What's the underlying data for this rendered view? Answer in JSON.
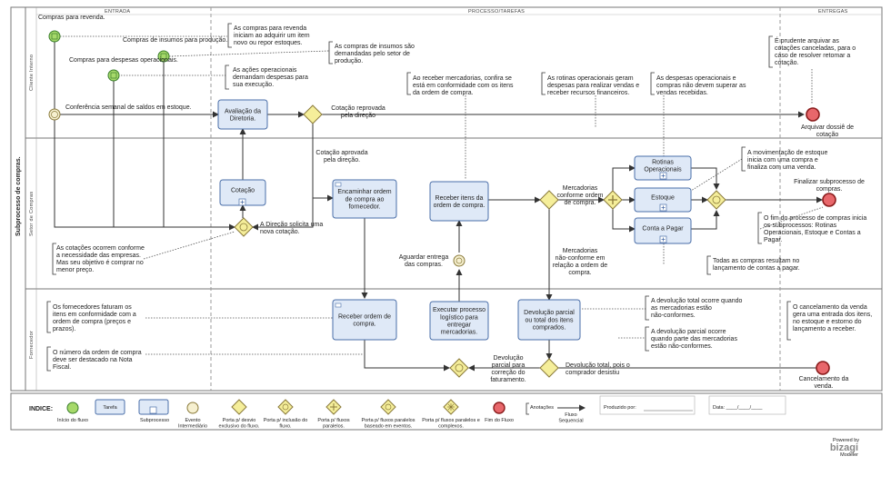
{
  "pool_title": "Subprocesso de compras.",
  "lanes": [
    "Cliente Interno",
    "Setor de Compras",
    "Fornecedor"
  ],
  "phases": [
    "ENTRADA",
    "PROCESSO/TAREFAS",
    "ENTREGAS"
  ],
  "start_events": {
    "revenda": "Compras para revenda.",
    "insumos": "Compras de insumos para produção.",
    "despesas": "Compras para despesas operacionais."
  },
  "intermediate_event": "Conferência semanal de saldos em estoque.",
  "tasks": {
    "avaliacao": "Avaliação da Diretoria.",
    "cotacao": "Cotação",
    "encaminhar": "Encaminhar ordem de compra ao fornecedor.",
    "receber_itens": "Receber itens da ordem de compra.",
    "rotinas": "Rotinas Operacionais",
    "estoque": "Estoque",
    "conta_pagar": "Conta a Pagar",
    "receber_ordem": "Receber ordem de compra.",
    "executar": "Executar processo logístico para entregar mercadorias.",
    "devolucao": "Devolução parcial ou total dos itens comprados."
  },
  "flow_labels": {
    "cotacao_reprovada": "Cotação reprovada pela direção",
    "cotacao_aprovada": "Cotação aprovada pela direção.",
    "direcao_solicita": "A Direção solicita uma nova cotação.",
    "conforme": "Mercadorias conforme ordem de compra.",
    "nao_conforme": "Mercadorias não-conforme em relação a ordem de compra.",
    "aguardar": "Aguardar entrega das compras.",
    "devolucao_parcial": "Devolução parcial para correção do faturamento.",
    "devolucao_total": "Devolução total, pois o comprador desistiu"
  },
  "end_events": {
    "arquivar": "Arquivar dossiê de cotação",
    "finalizar": "Finalizar subprocesso de compras.",
    "cancelamento": "Cancelamento da venda."
  },
  "annotations": {
    "a1": "As compras para revenda iniciam ao adquirir um item novo ou repor estoques.",
    "a2": "As compras de insumos são demandadas pelo setor de produção.",
    "a3": "As ações operacionais demandam despesas para sua execução.",
    "a4": "Ao receber mercadorias, confira se está em conformidade com os itens da ordem de compra.",
    "a5": "As rotinas operacionais geram despesas para realizar vendas e receber recursos financeiros.",
    "a6": "As despesas operacionais e compras não devem superar as vendas recebidas.",
    "a7": "É prudente arquivar as cotações canceladas, para o caso de resolver retomar a cotação.",
    "a8": "A movimentação de estoque inicia com uma compra e finaliza com uma venda.",
    "a9": "O fim do processo de compras inicia os subprocessos: Rotinas Operacionais, Estoque e Contas a Pagar.",
    "a10": "Todas as compras resultam no lançamento de contas a pagar.",
    "a11": "As cotações ocorrem conforme a necessidade das empresas. Mas seu objetivo é comprar no menor preço.",
    "a12": "Os fornecedores faturam os itens em conformidade com a ordem de compra (preços e prazos).",
    "a13": "O número da ordem de compra deve ser destacado na Nota Fiscal.",
    "a14": "A devolução total ocorre quando as mercadorias estão não-conformes.",
    "a15": "A devolução parcial ocorre quando parte das mercadorias estão não-conformes.",
    "a16": "O cancelamento da venda gera uma entrada dos itens, no estoque e estorno do lançamento a receber."
  },
  "legend": {
    "title": "INDICE:",
    "inicio": "Início do fluxo",
    "tarefa": "Tarefa",
    "subprocesso": "Subprocesso",
    "evento": "Evento Intermediário",
    "porta_desvio": "Porta p/ desvio exclusivo do fluxo.",
    "porta_inclusao": "Porta p/ inclusão do fluxo.",
    "porta_paralelos": "Porta p/ fluxos paralelos.",
    "porta_eventos": "Porta p/ fluxos paralelos baseado em eventos.",
    "porta_complexos": "Porta p/ fluxos paralelos e complexos.",
    "fim": "Fim do Fluxo",
    "anotacoes": "Anotações",
    "fluxo": "Fluxo Sequencial",
    "produzido": "Produzido por:",
    "data": "Data: ____/____/____",
    "brand_top": "Powered by",
    "brand": "bizagi",
    "brand_sub": "Modeler"
  },
  "colors": {
    "task_fill": "#dfe9f7",
    "task_stroke": "#4a6ea8",
    "start": "#a6d96a",
    "end": "#e8676b",
    "gateway": "#f5ee9a"
  }
}
